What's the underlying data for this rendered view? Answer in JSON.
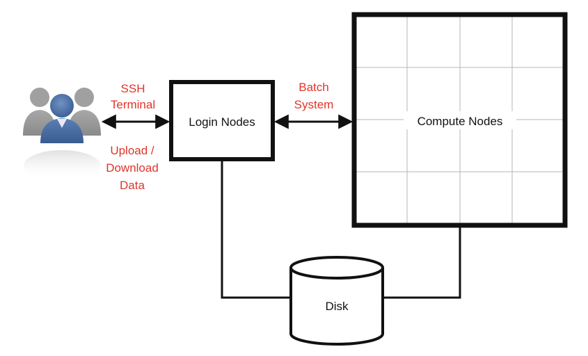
{
  "colors": {
    "annotation": "#e0342b",
    "stroke": "#111111",
    "grid": "#b5b5b5",
    "user_icon_front": "#4a6fa0",
    "user_icon_back": "#9a9a9a"
  },
  "icons": {
    "users": "users-group-icon"
  },
  "labels": {
    "ssh_line1": "SSH",
    "ssh_line2": "Terminal",
    "upload_line1": "Upload /",
    "upload_line2": "Download",
    "upload_line3": "Data",
    "batch_line1": "Batch",
    "batch_line2": "System"
  },
  "nodes": {
    "login": "Login Nodes",
    "compute": "Compute Nodes",
    "disk": "Disk"
  }
}
